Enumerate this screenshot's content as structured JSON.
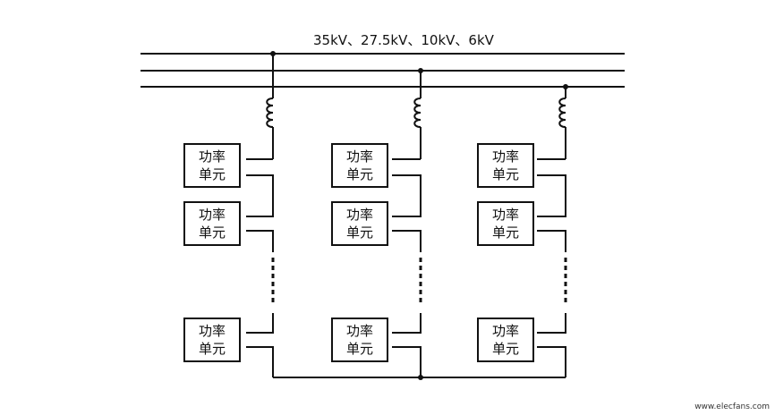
{
  "bus_label": "35kV、27.5kV、10kV、6kV",
  "unit_label_line1": "功率",
  "unit_label_line2": "单元",
  "watermark": "www.elecfans.com",
  "colors": {
    "line": "#111111",
    "background": "#ffffff"
  }
}
